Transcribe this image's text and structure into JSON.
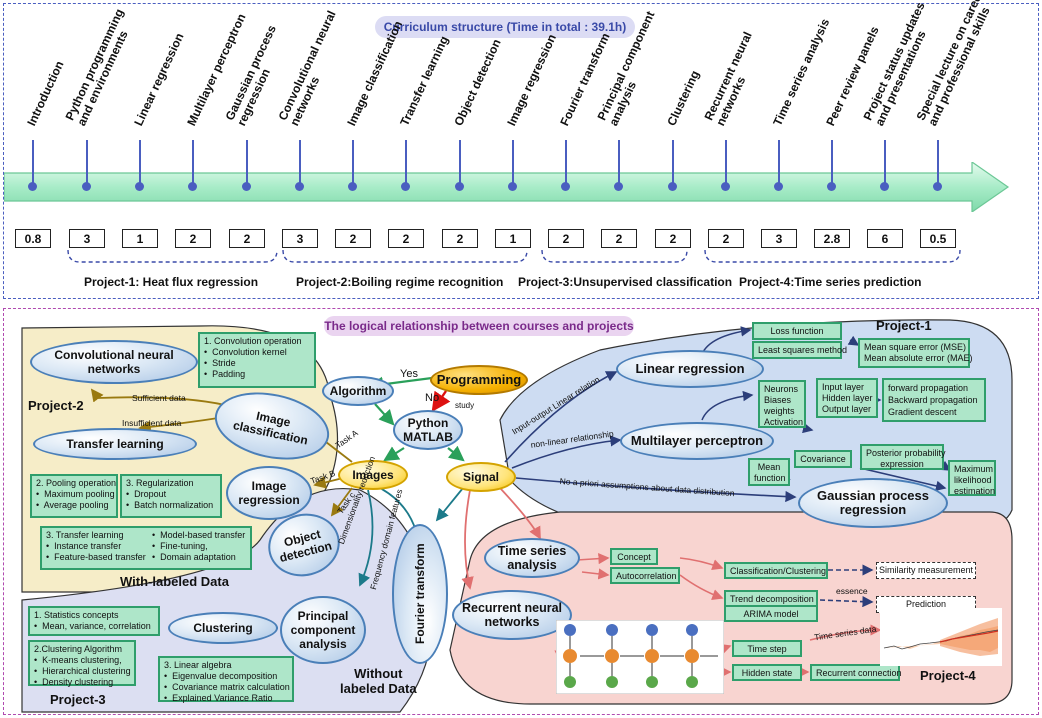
{
  "top": {
    "title": "Curriculum structure (Time in total : 39.1h)",
    "topics": [
      "Introduction",
      "Python programming\nand environments",
      "Linear regression",
      "Multilayer perceptron",
      "Gaussian process\nregression",
      "Convolutional neural\nnetworks",
      "Image classification",
      "Transfer learning",
      "Object detection",
      "Image regression",
      "Fourier transform",
      "Principal component\nanalysis",
      "Clustering",
      "Recurrent neural\nnetworks",
      "Time series analysis",
      "Peer review panels",
      "Project status updates\nand presentations",
      "Special lecture on career\nand professional skills"
    ],
    "hours": [
      "0.8",
      "3",
      "1",
      "2",
      "2",
      "3",
      "2",
      "2",
      "2",
      "1",
      "2",
      "2",
      "2",
      "2",
      "3",
      "2.8",
      "6",
      "0.5"
    ],
    "projects": [
      "Project-1: Heat flux regression",
      "Project-2:Boiling regime recognition",
      "Project-3:Unsupervised classification",
      "Project-4:Time series prediction"
    ]
  },
  "bottom": {
    "title": "The logical relationship between courses and projects",
    "center": {
      "programming": "Programming",
      "algorithm": "Algorithm",
      "python": "Python\nMATLAB",
      "images": "Images",
      "signal": "Signal",
      "yes": "Yes",
      "no": "No",
      "study": "study"
    },
    "project2": {
      "label": "Project-2",
      "sublabel": "With-labeled Data",
      "cnn": "Convolutional neural\nnetworks",
      "transfer": "Transfer learning",
      "imgclass": "Image\nclassification",
      "imgreg": "Image\nregression",
      "objdet": "Object\ndetection",
      "sufficient": "Sufficient data",
      "insufficient": "Insufficient data",
      "taskA": "Task A",
      "taskB": "Task B",
      "taskC": "Task c",
      "box_conv": "1. Convolution operation\n•  Convolution kernel\n•  Stride\n•  Padding",
      "box_pool": "2. Pooling operation\n•  Maximum pooling\n•  Average pooling",
      "box_reg": "3. Regularization\n•  Dropout\n•  Batch normalization",
      "box_tl_left": "3. Transfer learning\n•  Instance transfer\n•  Feature-based transfer",
      "box_tl_right": "•  Model-based transfer\n•  Fine-tuning,\n•  Domain adaptation"
    },
    "project3": {
      "label": "Project-3",
      "sublabel": "Without\nlabeled Data",
      "clustering": "Clustering",
      "pca": "Principal\ncomponent\nanalysis",
      "fourier": "Fourier transform",
      "dimred": "Dimensionality reduction",
      "freq": "Frequency domain features",
      "box_stats": "1. Statistics concepts\n•  Mean, variance, correlation",
      "box_clust": "2.Clustering Algorithm\n•  K-means clustering,\n•  Hierarchical clustering\n•  Density clustering",
      "box_linalg": "3. Linear algebra\n•  Eigenvalue decomposition\n•  Covariance matrix calculation\n•  Explained Variance Ratio"
    },
    "project1": {
      "label": "Project-1",
      "linreg": "Linear regression",
      "mlp": "Multilayer perceptron",
      "gpr": "Gaussian process\nregression",
      "io_linear": "Input-output Linear relation",
      "nonlinear": "non-linear relationship",
      "no_prior": "No a priori assumptions about data distribution",
      "loss": "Loss function",
      "lsq": "Least squares method",
      "mse": "Mean square error (MSE)\nMean absolute error (MAE)",
      "neurons": "Neurons\nBiases\nweights\nActivation",
      "layers": "Input layer\nHidden layer\nOutput layer",
      "prop": "forward propagation\nBackward propagation\nGradient descent",
      "mean": "Mean\nfunction",
      "cov": "Covariance",
      "posterior": "Posterior probability\nexpression",
      "mle": "Maximum\nlikelihood\nestimation"
    },
    "project4": {
      "label": "Project-4",
      "tsa": "Time series\nanalysis",
      "rnn": "Recurrent neural\nnetworks",
      "concept": "Concept",
      "autocorr": "Autocorrelation",
      "classclust": "Classification/Clustering",
      "trend": "Trend decomposition",
      "arima": "ARIMA model",
      "similarity": "Similarity measurement",
      "prediction": "Prediction",
      "essence": "essence",
      "timestep": "Time step",
      "hidden": "Hidden state",
      "recurrent": "Recurrent connection",
      "tsdata": "Time series data"
    }
  },
  "colors": {
    "top_frame": "#4a5ec0",
    "bottom_frame": "#b04ab0",
    "timeline": "#a8ecc8",
    "project1_bg": "#cddcf2",
    "project2_bg": "#f6edc8",
    "project3_bg": "#dcdff2",
    "project4_bg": "#f8d4d0"
  }
}
